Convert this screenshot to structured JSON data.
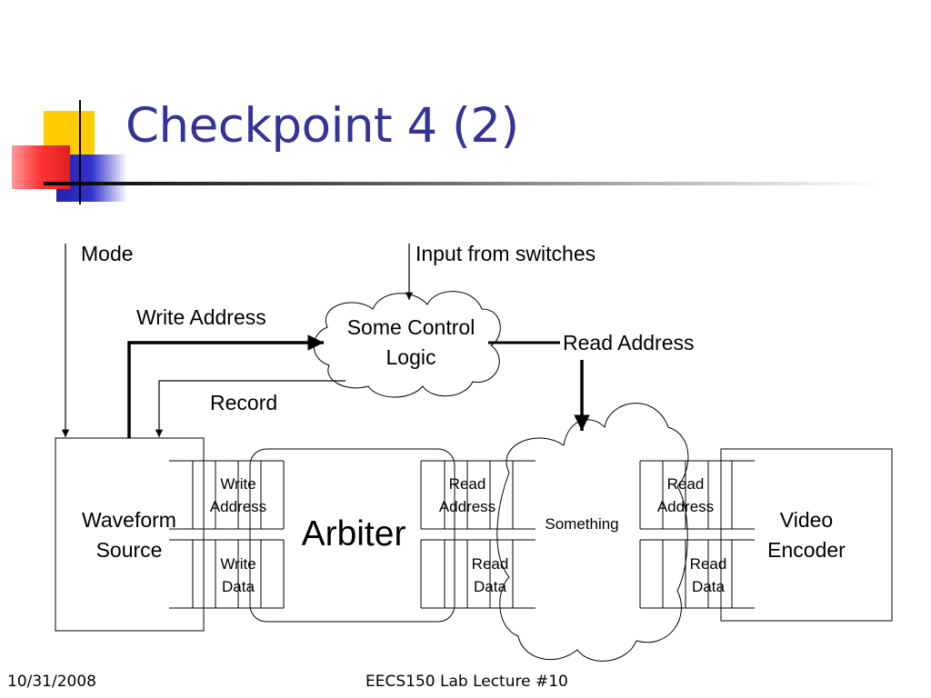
{
  "slide": {
    "title": "Checkpoint 4 (2)",
    "footer_left": "10/31/2008",
    "footer_center": "EECS150 Lab Lecture #10"
  },
  "diagram": {
    "signals": {
      "mode": "Mode",
      "input_from_switches": "Input from switches",
      "write_address": "Write Address",
      "read_address": "Read Address",
      "record": "Record"
    },
    "control_logic": {
      "line1": "Some Control",
      "line2": "Logic"
    },
    "waveform_source": {
      "line1": "Waveform",
      "line2": "Source"
    },
    "arbiter": "Arbiter",
    "something": "Something",
    "video_encoder": {
      "line1": "Video",
      "line2": "Encoder"
    },
    "fifos": {
      "wave_write_address": [
        "Write",
        "Address"
      ],
      "wave_write_data": [
        "Write",
        "Data"
      ],
      "arb_read_address": [
        "Read",
        "Address"
      ],
      "arb_read_data": [
        "Read",
        "Data"
      ],
      "video_read_address": [
        "Read",
        "Address"
      ],
      "video_read_data": [
        "Read",
        "Data"
      ]
    }
  },
  "colors": {
    "title": "#333399",
    "yellow": "#ffcc00",
    "red": "#ff3333",
    "blue": "#3333cc"
  }
}
